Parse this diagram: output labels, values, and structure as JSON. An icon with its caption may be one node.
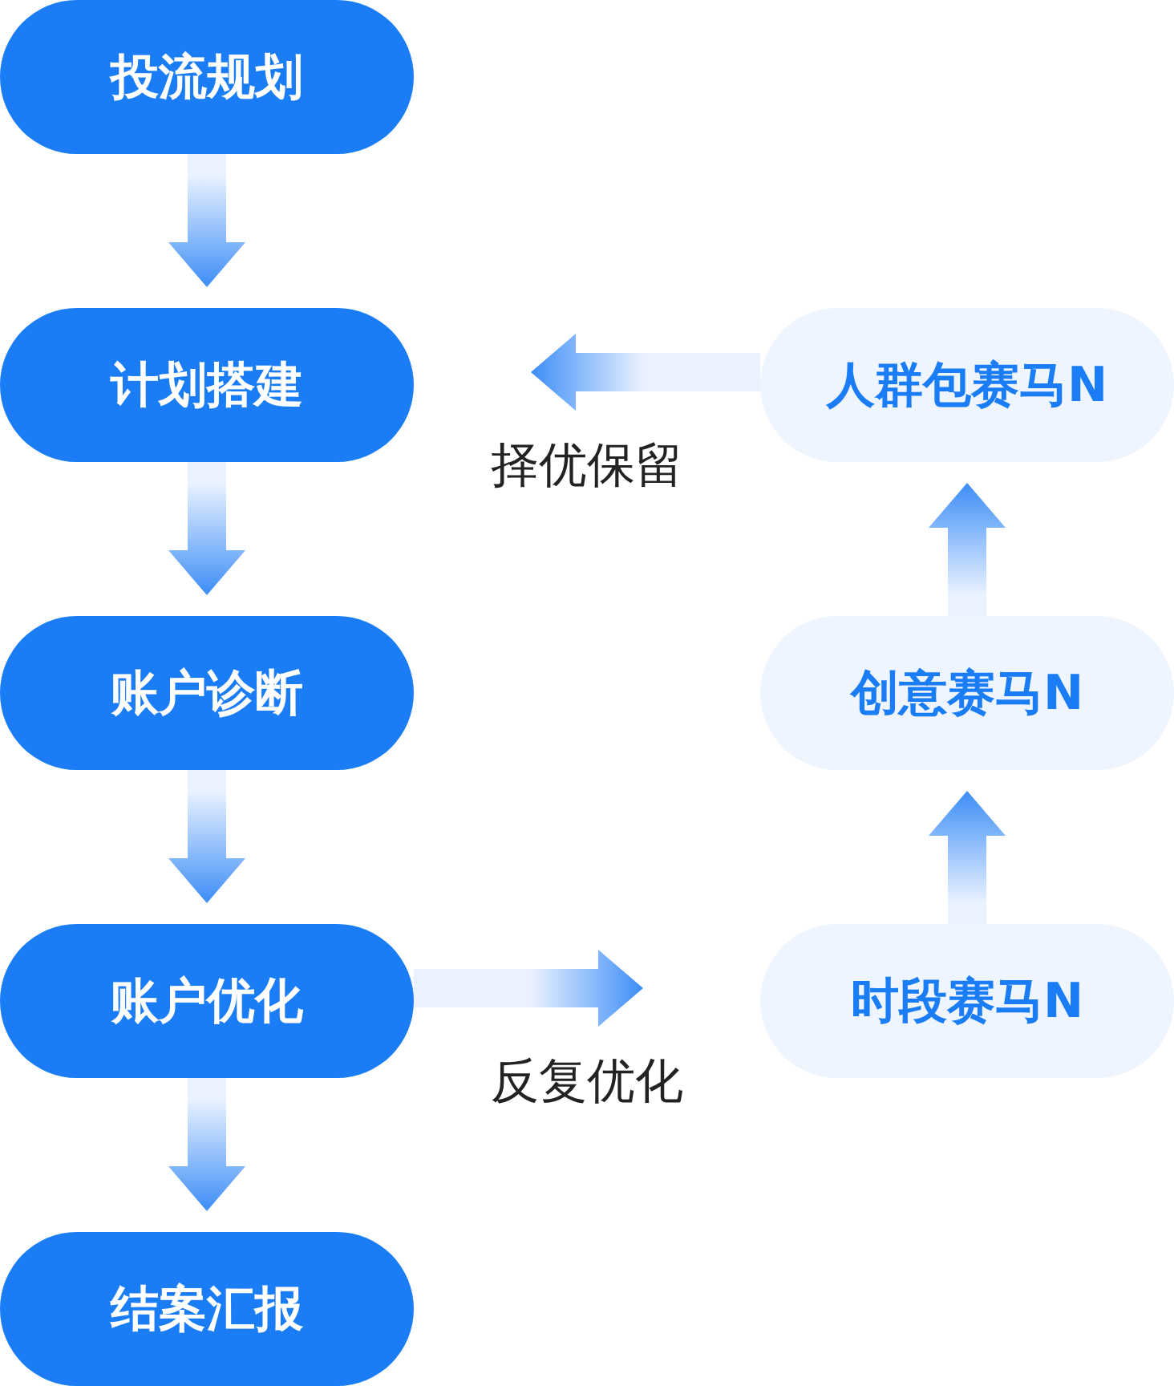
{
  "diagram": {
    "nodes": [
      {
        "text": [
          "投流规划"
        ]
      },
      {
        "text": [
          "计划搭建"
        ]
      },
      {
        "text": [
          "账户诊断"
        ]
      },
      {
        "text": [
          "账户优化"
        ]
      },
      {
        "text": [
          "结案汇报"
        ]
      },
      {
        "text": [
          "人群包赛马N"
        ]
      },
      {
        "text": [
          "创意赛马N"
        ]
      },
      {
        "text": [
          "时段赛马N"
        ]
      }
    ],
    "edges": [
      {
        "from": 0,
        "to": 1,
        "arrow": "to"
      },
      {
        "from": 1,
        "to": 2,
        "arrow": "to"
      },
      {
        "from": 2,
        "to": 3,
        "arrow": "to"
      },
      {
        "from": 3,
        "to": 4,
        "arrow": "to"
      },
      {
        "from": 7,
        "to": 6,
        "arrow": "to"
      },
      {
        "from": 6,
        "to": 5,
        "arrow": "to"
      },
      {
        "from": 5,
        "to": 1,
        "arrow": "to",
        "label": "择优保留"
      },
      {
        "from": 3,
        "to": 7,
        "arrow": "to",
        "label": "反复优化"
      }
    ]
  }
}
